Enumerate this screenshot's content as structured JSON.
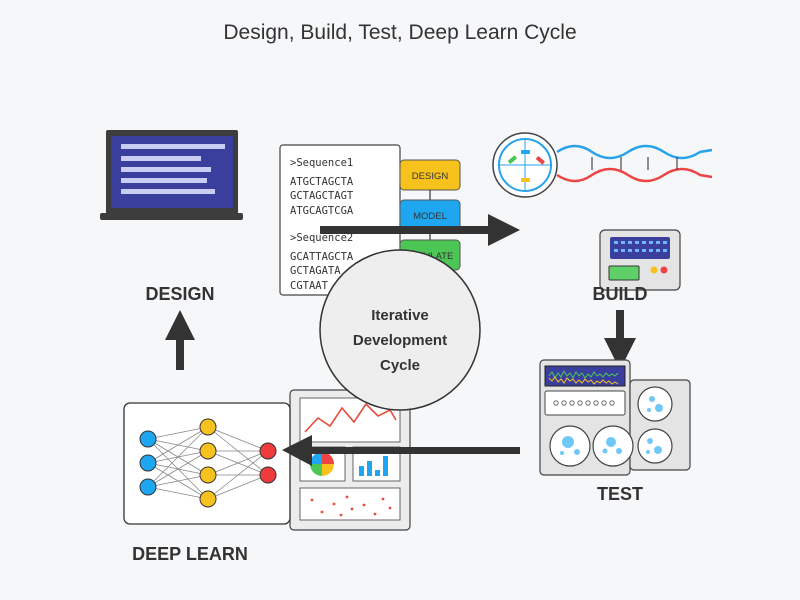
{
  "title": "Design, Build, Test, Deep Learn Cycle",
  "center": {
    "line1": "Iterative",
    "line2": "Development",
    "line3": "Cycle"
  },
  "stages": {
    "design": "DESIGN",
    "build": "BUILD",
    "test": "TEST",
    "learn": "DEEP LEARN"
  },
  "sequence_doc": {
    "header1": ">Sequence1",
    "seq1": [
      "ATGCTAGCTA",
      "GCTAGCTAGT",
      "ATGCAGTCGA"
    ],
    "header2": ">Sequence2",
    "seq2": [
      "GCATTAGCTA",
      "GCTAGATA",
      "CGTAAT"
    ]
  },
  "pipeline": {
    "step1": "DESIGN",
    "step2": "MODEL",
    "step3": "SIMULATE"
  },
  "colors": {
    "laptop_screen": "#3a3f9e",
    "design_box": "#f8c21c",
    "model_box": "#1ea7f0",
    "simulate_box": "#4cc654",
    "dna_blue": "#27a3ea",
    "dna_red": "#ef4444",
    "chart_red": "#e74c3c",
    "node_blue": "#1ea7f0",
    "node_yellow": "#f8c21c",
    "node_red": "#ef3b3b",
    "arrow": "#333333"
  }
}
